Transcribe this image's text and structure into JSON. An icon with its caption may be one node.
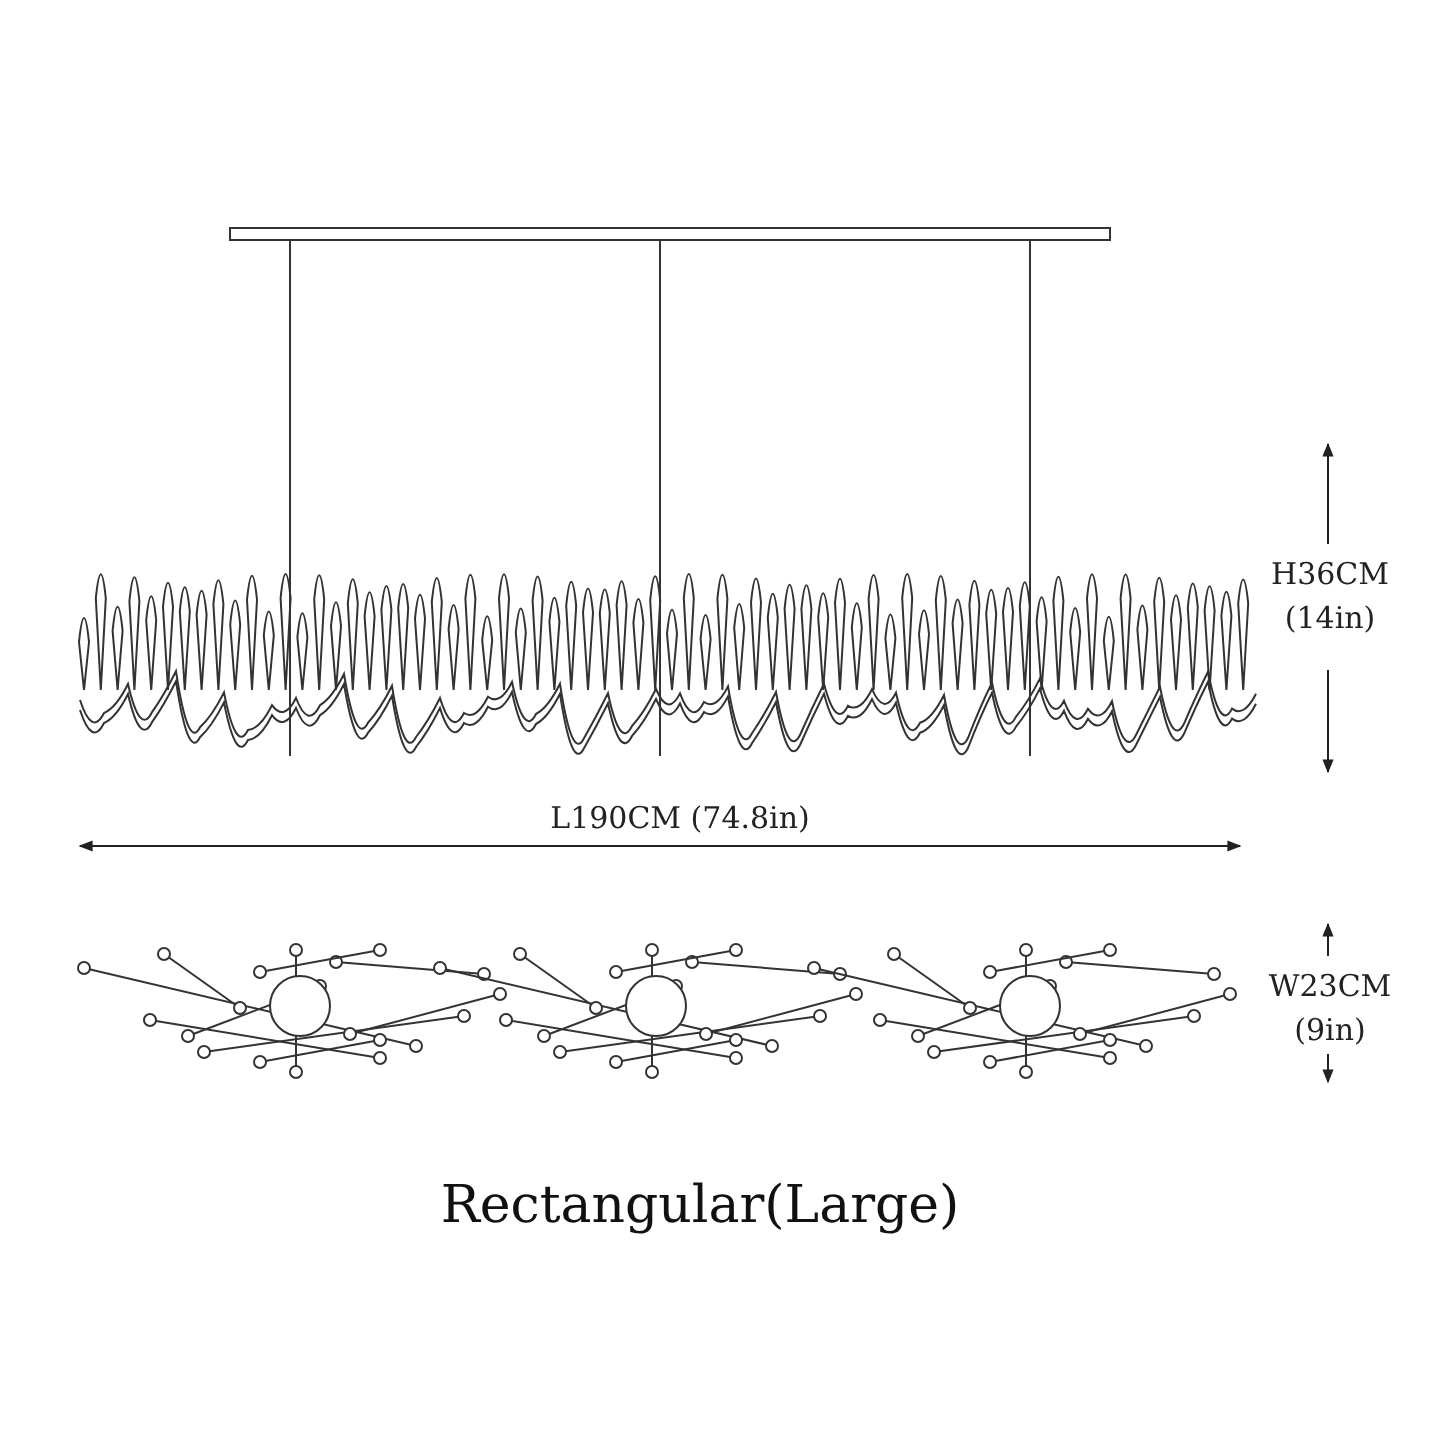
{
  "diagram": {
    "caption": "Rectangular(Large)",
    "labels": [
      "H36CM (14in)",
      "L190CM (74.8in)",
      "W23CM (9in)"
    ]
  }
}
